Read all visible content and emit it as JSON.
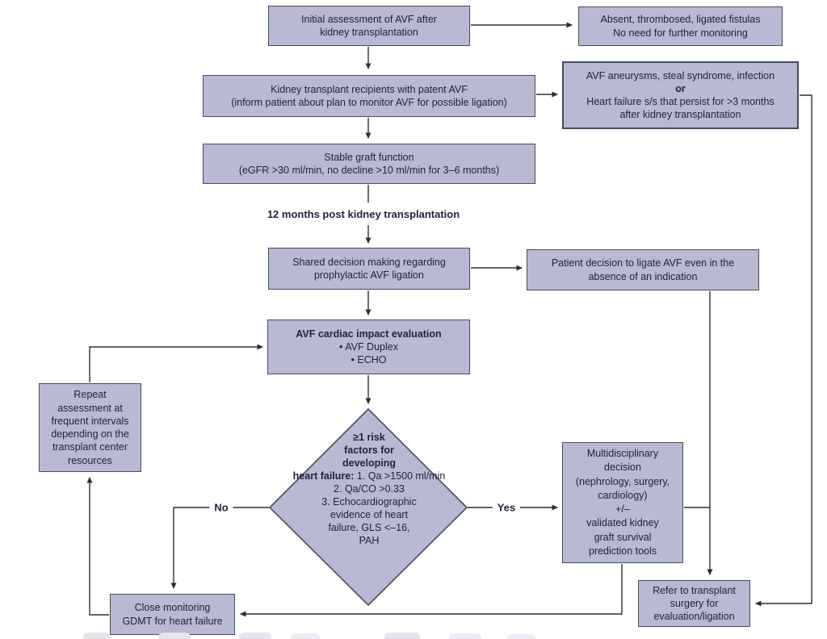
{
  "diagram": {
    "nodes": {
      "initial_assessment": "Initial assessment of AVF after\nkidney transplantation",
      "no_monitoring": "Absent, thrombosed, ligated fistulas\nNo need for further monitoring",
      "patent_avf": "Kidney transplant recipients with patent AVF\n(inform patient about plan to monitor AVF for possible ligation)",
      "complications": {
        "line1": "AVF aneurysms, steal syndrome, infection",
        "or_label": "or",
        "line2": "Heart failure s/s that persist for >3 months\nafter kidney transplantation"
      },
      "stable_graft": "Stable graft function\n(eGFR >30 ml/min, no decline >10 ml/min for 3–6 months)",
      "shared_decision": "Shared decision making regarding\nprophylactic AVF ligation",
      "patient_decision": "Patient decision to ligate AVF even in the\nabsence of an indication",
      "cardiac_evaluation": {
        "title": "AVF cardiac impact evaluation",
        "bullets": "• AVF Duplex\n• ECHO"
      },
      "repeat_assessment": "Repeat\nassessment at\nfrequent intervals\ndepending on the\ntransplant center\nresources",
      "risk_decision": {
        "title": "≥1 risk\nfactors for\ndeveloping\nheart failure:",
        "items": "1. Qa >1500 ml/min\n2. Qa/CO >0.33\n3. Echocardiographic\nevidence of heart\nfailure, GLS <–16,\nPAH"
      },
      "multidisciplinary": "Multidisciplinary\ndecision\n(nephrology, surgery,\ncardiology)\n+/–\nvalidated kidney\ngraft survival\nprediction tools",
      "refer_surgery": "Refer to transplant\nsurgery for\nevaluation/ligation",
      "close_monitoring": "Close monitoring\nGDMT for heart failure"
    },
    "labels": {
      "milestone": "12 months post kidney transplantation",
      "yes": "Yes",
      "no": "No"
    },
    "colors": {
      "node_fill": "#b7bad0",
      "node_border": "#474b5e",
      "text": "#20243a",
      "arrow": "#2f2f2f"
    }
  }
}
